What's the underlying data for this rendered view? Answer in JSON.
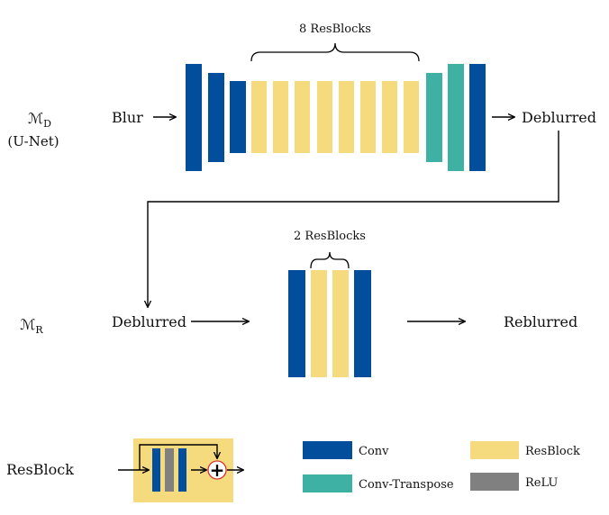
{
  "colors": {
    "conv": "#034e9c",
    "conv_transpose": "#3fb0a4",
    "resblock": "#f6da7e",
    "relu": "#808080",
    "arrow": "#000000",
    "plus_ring": "#d63030"
  },
  "model_d": {
    "symbol": "ℳ",
    "subscript": "D",
    "note": "(U-Net)",
    "input_label": "Blur",
    "output_label": "Deblurred",
    "resblocks_label": "8 ResBlocks",
    "resblock_count": 8
  },
  "model_r": {
    "symbol": "ℳ",
    "subscript": "R",
    "input_label": "Deblurred",
    "output_label": "Reblurred",
    "resblocks_label": "2 ResBlocks",
    "resblock_count": 2
  },
  "resblock_detail": {
    "label": "ResBlock",
    "plus_symbol": "+"
  },
  "legend": [
    {
      "key": "conv",
      "label": "Conv",
      "color": "#034e9c"
    },
    {
      "key": "conv_transpose",
      "label": "Conv-Transpose",
      "color": "#3fb0a4"
    },
    {
      "key": "resblock",
      "label": "ResBlock",
      "color": "#f6da7e"
    },
    {
      "key": "relu",
      "label": "ReLU",
      "color": "#808080"
    }
  ]
}
